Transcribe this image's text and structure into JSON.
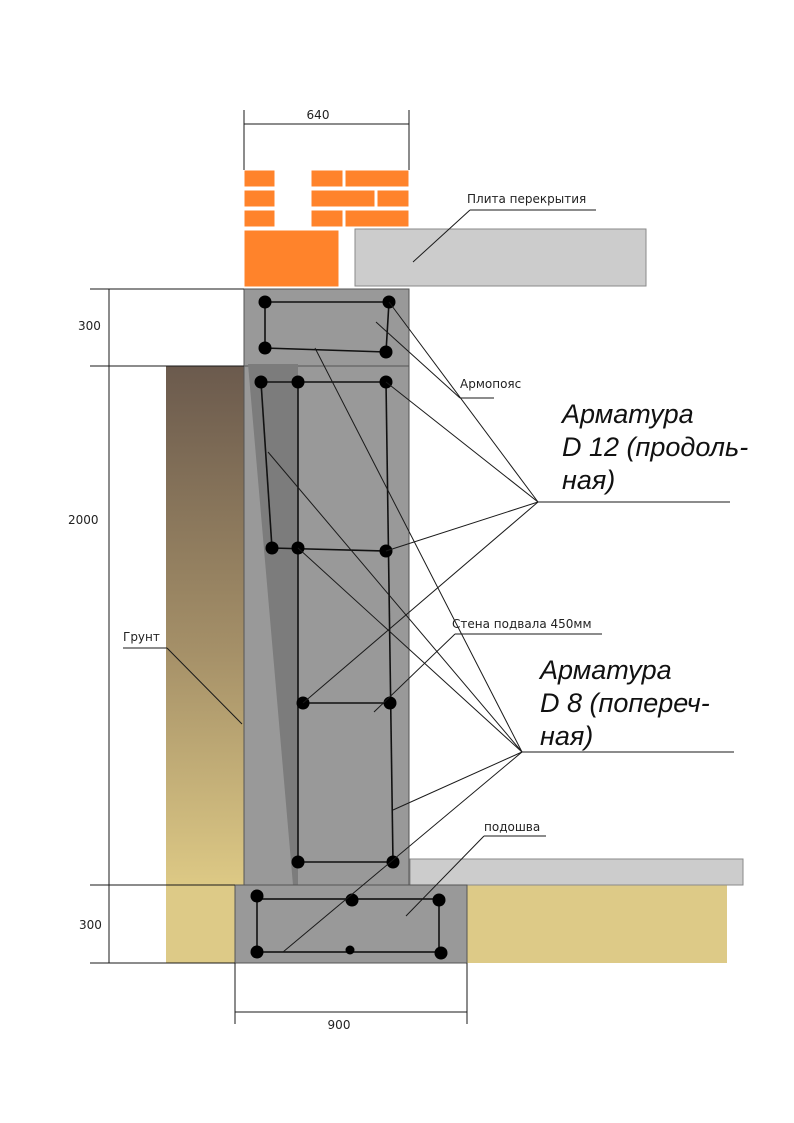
{
  "dimensions": {
    "top_width": "640",
    "armopoyas_height": "300",
    "wall_height": "2000",
    "footing_height": "300",
    "footing_width": "900"
  },
  "labels": {
    "slab": "Плита перекрытия",
    "armopoyas": "Армопояс",
    "wall": "Стена подвала 450мм",
    "soil": "Грунт",
    "sole": "подошва"
  },
  "callouts": {
    "rebar_main": [
      "Арматура",
      "D 12 (продоль-",
      "ная)"
    ],
    "rebar_cross": [
      "Арматура",
      "D 8 (попереч-",
      "ная)"
    ]
  },
  "colors": {
    "brick": "#ff832b",
    "concrete": "#999999",
    "slab": "#cccccc",
    "soil_fill": "#ddca87",
    "rebar": "#000000"
  }
}
